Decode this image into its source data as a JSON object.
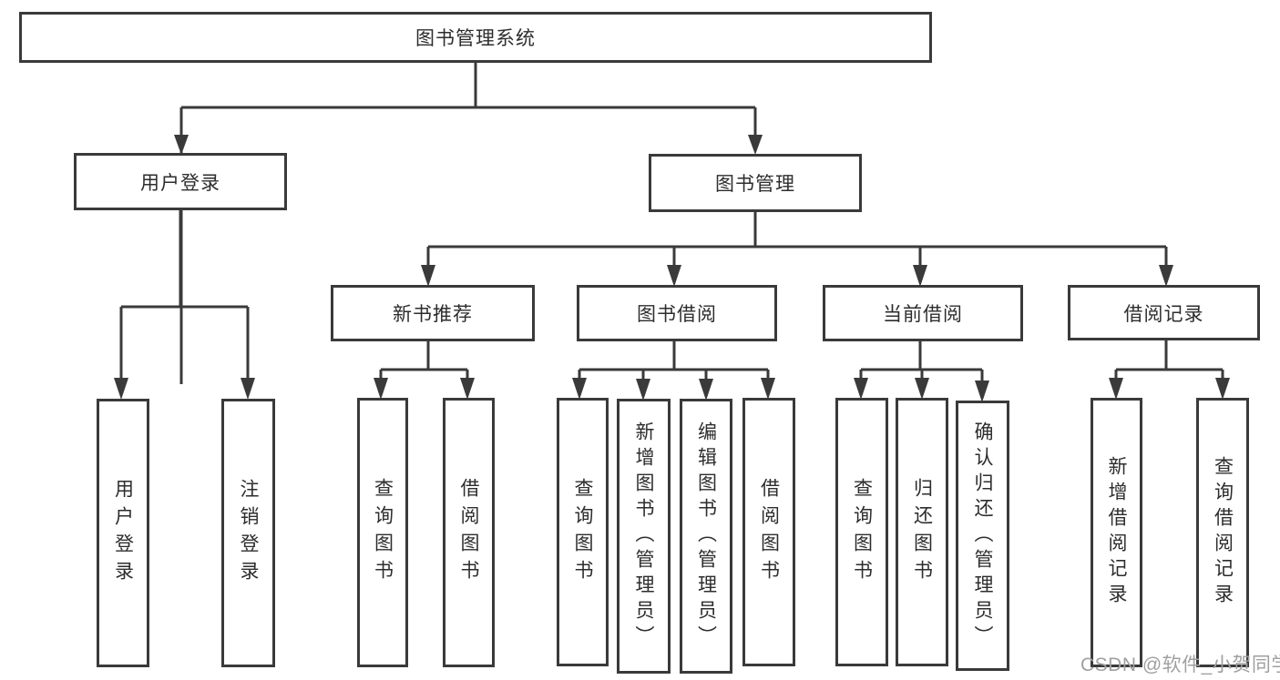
{
  "diagram": {
    "root": {
      "label": "图书管理系统"
    },
    "level1": [
      {
        "label": "用户登录"
      },
      {
        "label": "图书管理"
      }
    ],
    "level2": [
      {
        "label": "新书推荐"
      },
      {
        "label": "图书借阅"
      },
      {
        "label": "当前借阅"
      },
      {
        "label": "借阅记录"
      }
    ],
    "leaves": {
      "user_login": [
        "用户登录",
        "注销登录"
      ],
      "new_books": [
        "查询图书",
        "借阅图书"
      ],
      "book_borrow": [
        "查询图书",
        "新增图书（管理员）",
        "编辑图书（管理员）",
        "借阅图书"
      ],
      "current_borrow": [
        "查询图书",
        "归还图书",
        "确认归还（管理员）"
      ],
      "borrow_records": [
        "新增借阅记录",
        "查询借阅记录"
      ]
    }
  },
  "watermark": {
    "text": "CSDN @软件_小贺同学",
    "color": "#a0a0a0"
  },
  "colors": {
    "line": "#3a3a3a",
    "box_border": "#3a3a3a",
    "text": "#2d2d2d",
    "background": "#ffffff"
  }
}
